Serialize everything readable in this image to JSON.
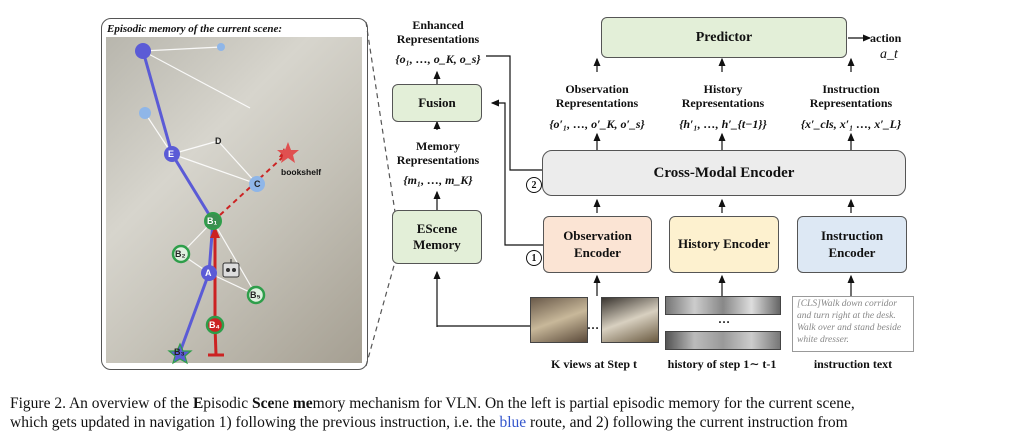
{
  "map": {
    "title": "Episodic memory of the current scene:",
    "bookshelf_label": "bookshelf",
    "nodes": {
      "E": "E",
      "D": "D",
      "C": "C",
      "B1": "B₁",
      "B2": "B₂",
      "A": "A",
      "B5": "B₅",
      "B4": "B₄",
      "B3": "B₃"
    }
  },
  "diagram": {
    "enhanced_label": "Enhanced Representations",
    "enhanced_math": "{o₁, …, o_K, o_s}",
    "fusion": "Fusion",
    "memory_label": "Memory Representations",
    "memory_math": "{m₁, …, m_K}",
    "escene": "EScene Memory",
    "predictor": "Predictor",
    "action_label": "action",
    "action_math": "a_t",
    "obs_rep_label": "Observation Representations",
    "obs_rep_math": "{o′₁, …, o′_K, o′_s}",
    "hist_rep_label": "History Representations",
    "hist_rep_math": "{h′₁, …, h′_{t−1}}",
    "instr_rep_label": "Instruction Representations",
    "instr_rep_math": "{x′_cls, x′₁ …, x′_L}",
    "cross_modal": "Cross-Modal Encoder",
    "obs_encoder": "Observation Encoder",
    "hist_encoder": "History Encoder",
    "instr_encoder": "Instruction Encoder",
    "step1": "1",
    "step2": "2",
    "k_views": "K views at Step t",
    "history_caption": "history of step 1∼ t-1",
    "instruction_caption": "instruction text",
    "instruction_sample": "[CLS]Walk down corridor and turn right at the desk. Walk over and stand beside white dresser.",
    "ellipsis": "…",
    "ellipsis2": "…"
  },
  "caption": {
    "line1_a": "Figure 2. An overview of the ",
    "line1_b": "E",
    "line1_c": "pisodic ",
    "line1_d": "Sce",
    "line1_e": "ne ",
    "line1_f": "me",
    "line1_g": "mory mechanism for VLN. On the left is partial episodic memory for the current scene,",
    "line2_a": "which gets updated in navigation 1) following the previous instruction, i.e. the ",
    "line2_b": "blue",
    "line2_c": " route, and 2) following the current instruction from"
  },
  "colors": {
    "blue_route": "#5b5bd6",
    "red_route": "#cc2222",
    "green_node": "#2e9e4a"
  }
}
